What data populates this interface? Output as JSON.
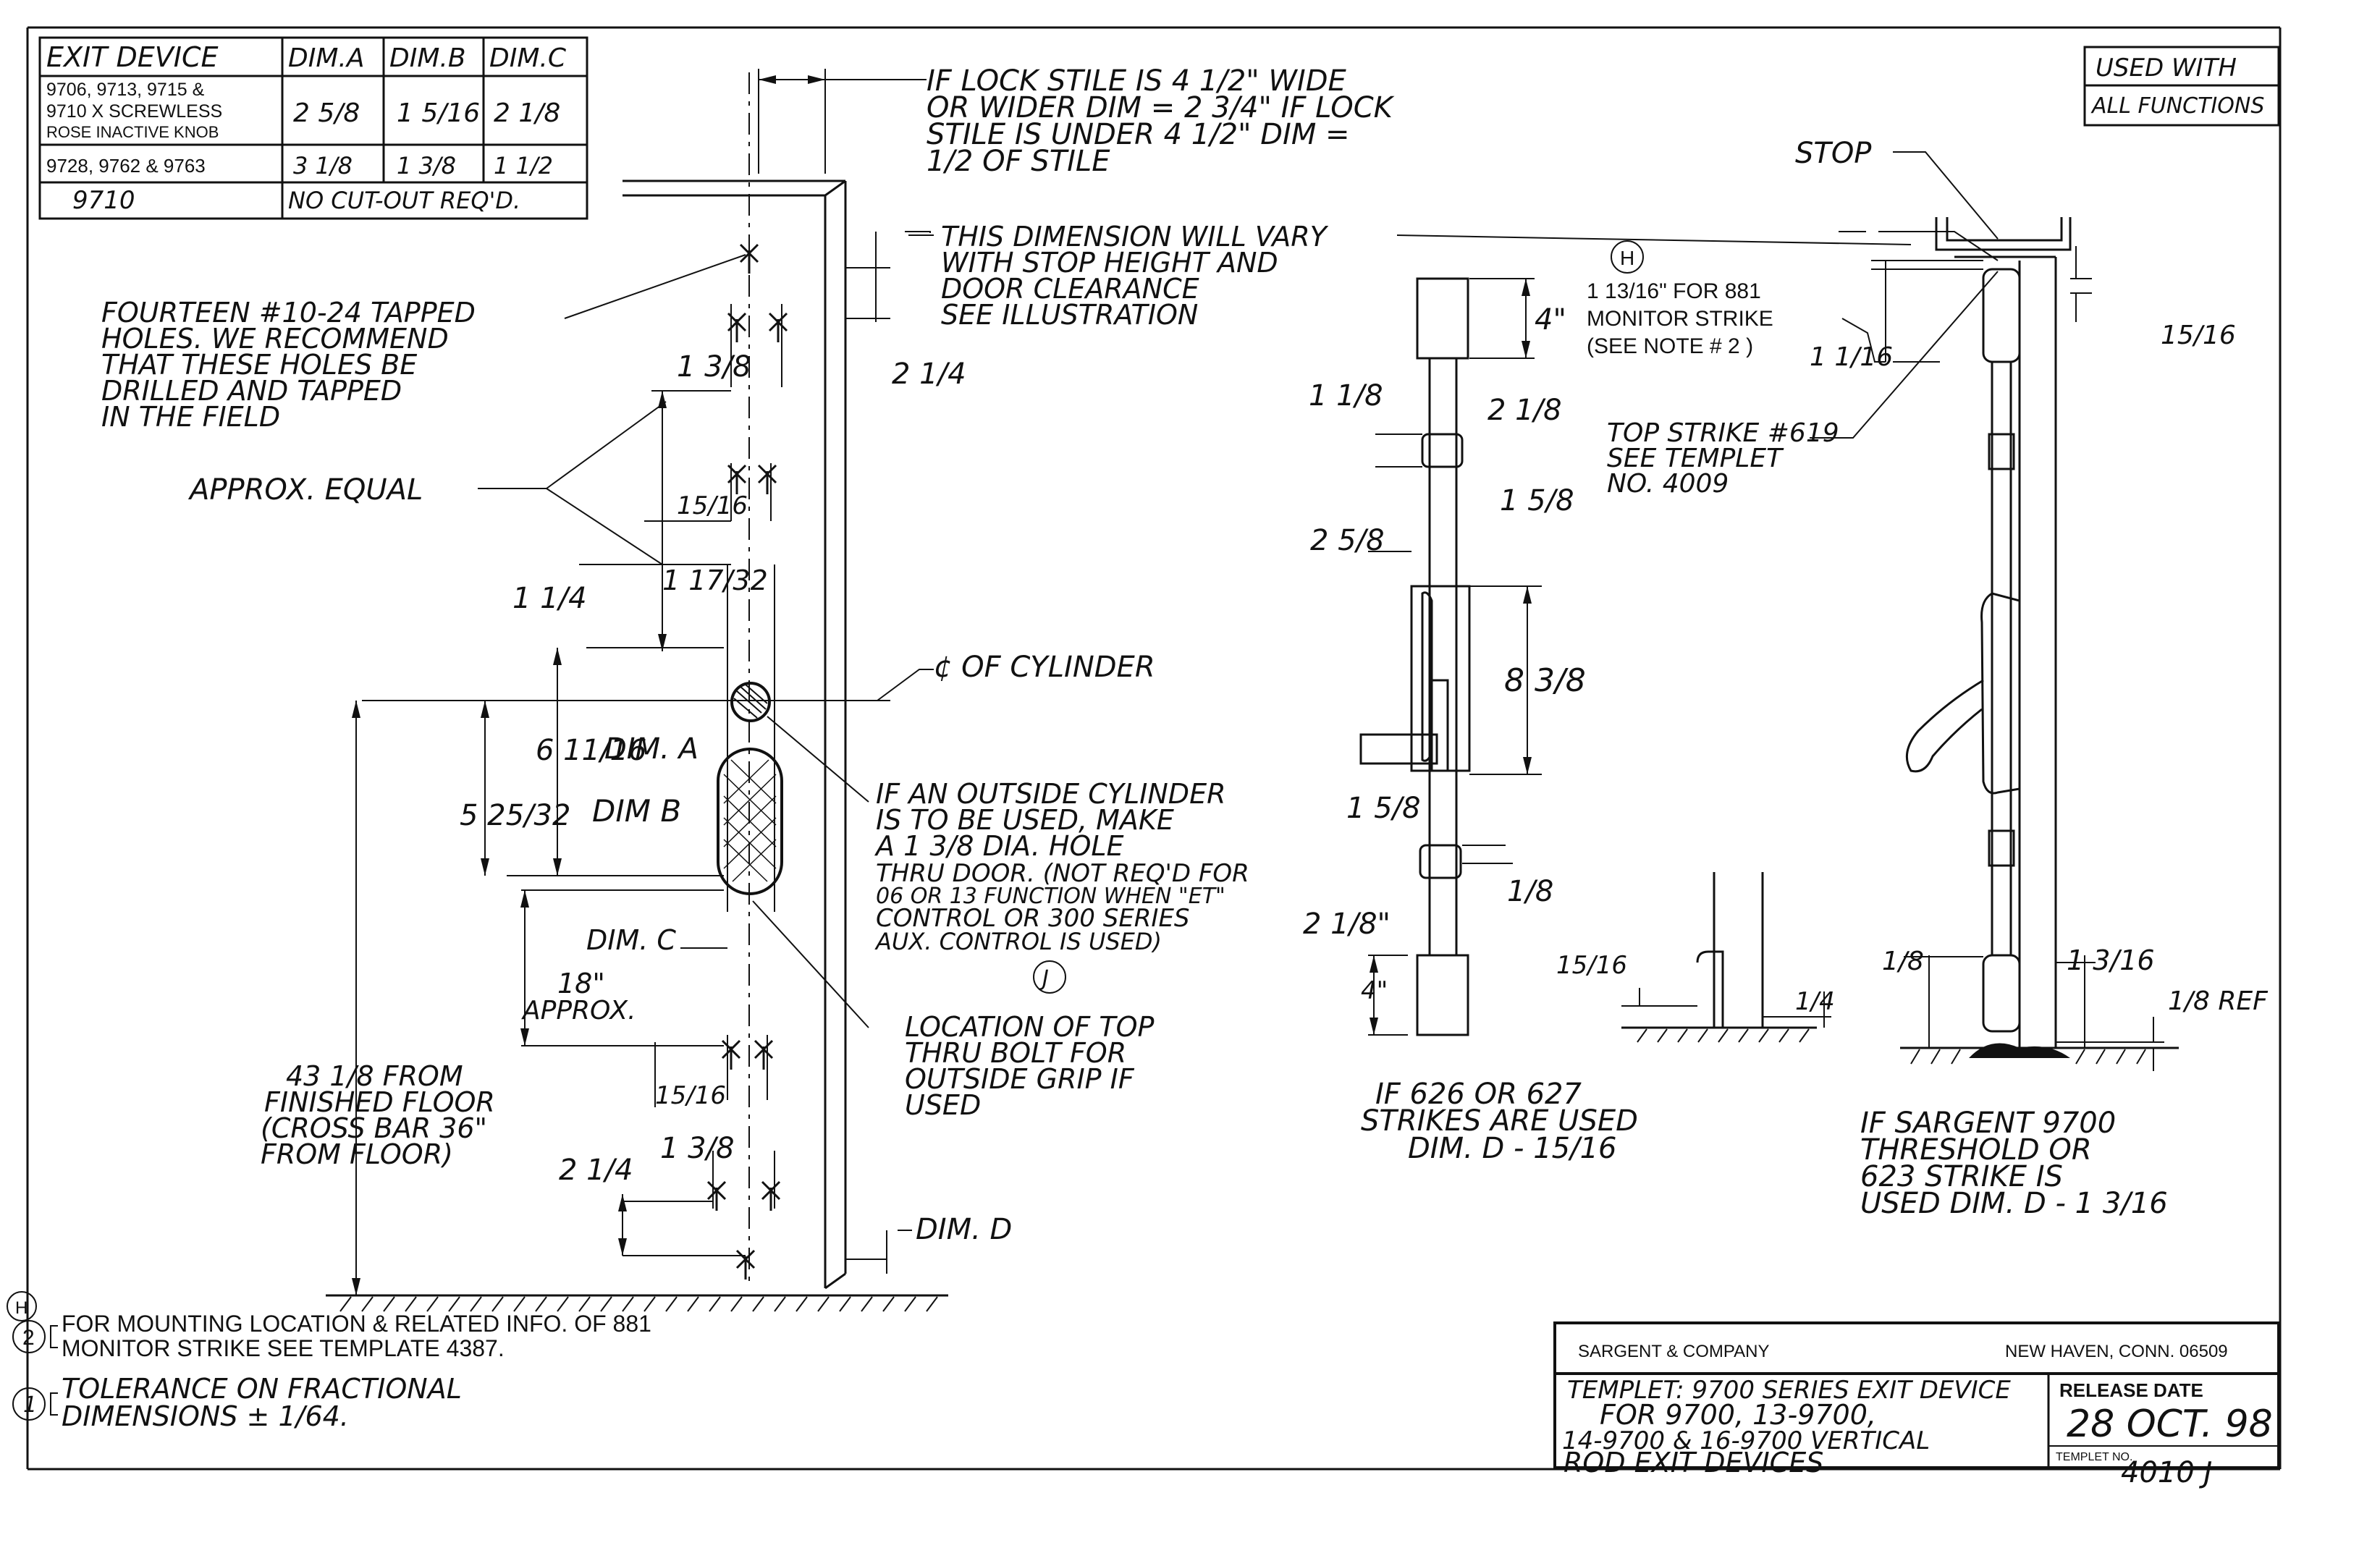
{
  "device_table": {
    "headers": [
      "EXIT DEVICE",
      "DIM.A",
      "DIM.B",
      "DIM.C"
    ],
    "rows": [
      {
        "device_lines": [
          "9706, 9713, 9715 &",
          "9710 X SCREWLESS",
          "ROSE INACTIVE KNOB"
        ],
        "a": "2 5/8",
        "b": "1 5/16",
        "c": "2 1/8"
      },
      {
        "device_lines": [
          "9728, 9762 & 9763"
        ],
        "a": "3 1/8",
        "b": "1 3/8",
        "c": "1 1/2"
      }
    ],
    "last_row": {
      "device": "9710",
      "note": "NO CUT-OUT REQ'D."
    }
  },
  "used_with": {
    "line1": "USED WITH",
    "line2": "ALL FUNCTIONS"
  },
  "notes": {
    "lock_stile": [
      "IF LOCK STILE IS 4 1/2\" WIDE",
      "OR WIDER DIM = 2 3/4\" IF LOCK",
      "STILE IS UNDER 4 1/2\" DIM =",
      "1/2 OF STILE"
    ],
    "dimension_vary": [
      "THIS DIMENSION WILL VARY",
      "WITH STOP HEIGHT AND",
      "DOOR CLEARANCE",
      "SEE ILLUSTRATION"
    ],
    "tapped_holes": [
      "FOURTEEN #10-24 TAPPED",
      "HOLES. WE RECOMMEND",
      "THAT THESE HOLES BE",
      "DRILLED AND TAPPED",
      "IN THE FIELD"
    ],
    "approx_equal": "APPROX. EQUAL",
    "cylinder_cl": "¢ OF CYLINDER",
    "outside_cylinder": [
      "IF AN OUTSIDE CYLINDER",
      "IS TO BE USED, MAKE",
      "A 1 3/8 DIA. HOLE",
      "THRU DOOR. (NOT REQ'D FOR",
      "06 OR 13 FUNCTION WHEN \"ET\"",
      "CONTROL OR 300 SERIES",
      "AUX. CONTROL IS USED)"
    ],
    "thru_bolt": [
      "LOCATION OF TOP",
      "THRU BOLT FOR",
      "OUTSIDE GRIP IF",
      "USED"
    ],
    "from_floor": [
      "43 1/8 FROM",
      "FINISHED FLOOR",
      "(CROSS BAR 36\"",
      "FROM FLOOR)"
    ],
    "approx_18": [
      "18\"",
      "APPROX."
    ],
    "dim_d": "DIM. D",
    "stop": "STOP",
    "monitor_strike": [
      "1 13/16\" FOR 881",
      "MONITOR STRIKE",
      "(SEE NOTE # 2 )"
    ],
    "top_strike": [
      "TOP STRIKE #619",
      "SEE TEMPLET",
      "NO. 4009"
    ],
    "strikes_626": [
      "IF 626 OR 627",
      "STRIKES ARE USED",
      "DIM. D - 15/16"
    ],
    "sargent_9700": [
      "IF SARGENT 9700",
      "THRESHOLD OR",
      "623 STRIKE IS",
      "USED DIM. D - 1 3/16"
    ],
    "note2": [
      "FOR MOUNTING LOCATION & RELATED INFO. OF 881",
      "MONITOR STRIKE SEE TEMPLATE 4387."
    ],
    "note1": [
      "TOLERANCE ON FRACTIONAL",
      "DIMENSIONS ± 1/64."
    ]
  },
  "dims": {
    "d_2_1_4_top": "2 1/4",
    "d_1_3_8_a": "1 3/8",
    "d_15_16_a": "15/16",
    "d_1_17_32": "1 17/32",
    "d_1_1_4": "1 1/4",
    "d_6_11_16": "6 11/16",
    "dim_a": "DIM. A",
    "dim_b": "DIM B",
    "dim_c": "DIM. C",
    "d_5_25_32": "5 25/32",
    "d_15_16_b": "15/16",
    "d_2_1_4_bot": "2 1/4",
    "d_1_3_8_b": "1 3/8",
    "mid_4_top": "4\"",
    "mid_1_1_8": "1 1/8",
    "mid_2_1_8": "2 1/8",
    "mid_1_5_8_a": "1 5/8",
    "mid_2_5_8": "2 5/8",
    "mid_8_3_8": "8 3/8",
    "mid_1_5_8_b": "1 5/8",
    "mid_1_8": "1/8",
    "mid_2_1_8_b": "2 1/8\"",
    "mid_4_bot": "4\"",
    "low_15_16": "15/16",
    "low_1_4": "1/4",
    "right_1_1_16": "1 1/16",
    "right_15_16": "15/16",
    "right_1_8": "1/8",
    "right_1_3_16": "1 3/16",
    "right_1_8_ref": "1/8 REF",
    "circle_h": "H",
    "circle_j": "J",
    "note_h": "H",
    "note_2": "2",
    "note_1": "1"
  },
  "title_block": {
    "company": "SARGENT & COMPANY",
    "location": "NEW HAVEN, CONN. 06509",
    "templet_lines": [
      "TEMPLET: 9700 SERIES EXIT DEVICE",
      "FOR 9700, 13-9700,",
      "14-9700 & 16-9700 VERTICAL",
      "ROD EXIT DEVICES"
    ],
    "release_label": "RELEASE DATE",
    "release_date": "28 OCT. 98",
    "templet_no_label": "TEMPLET NO.",
    "templet_no": "4010 J"
  }
}
